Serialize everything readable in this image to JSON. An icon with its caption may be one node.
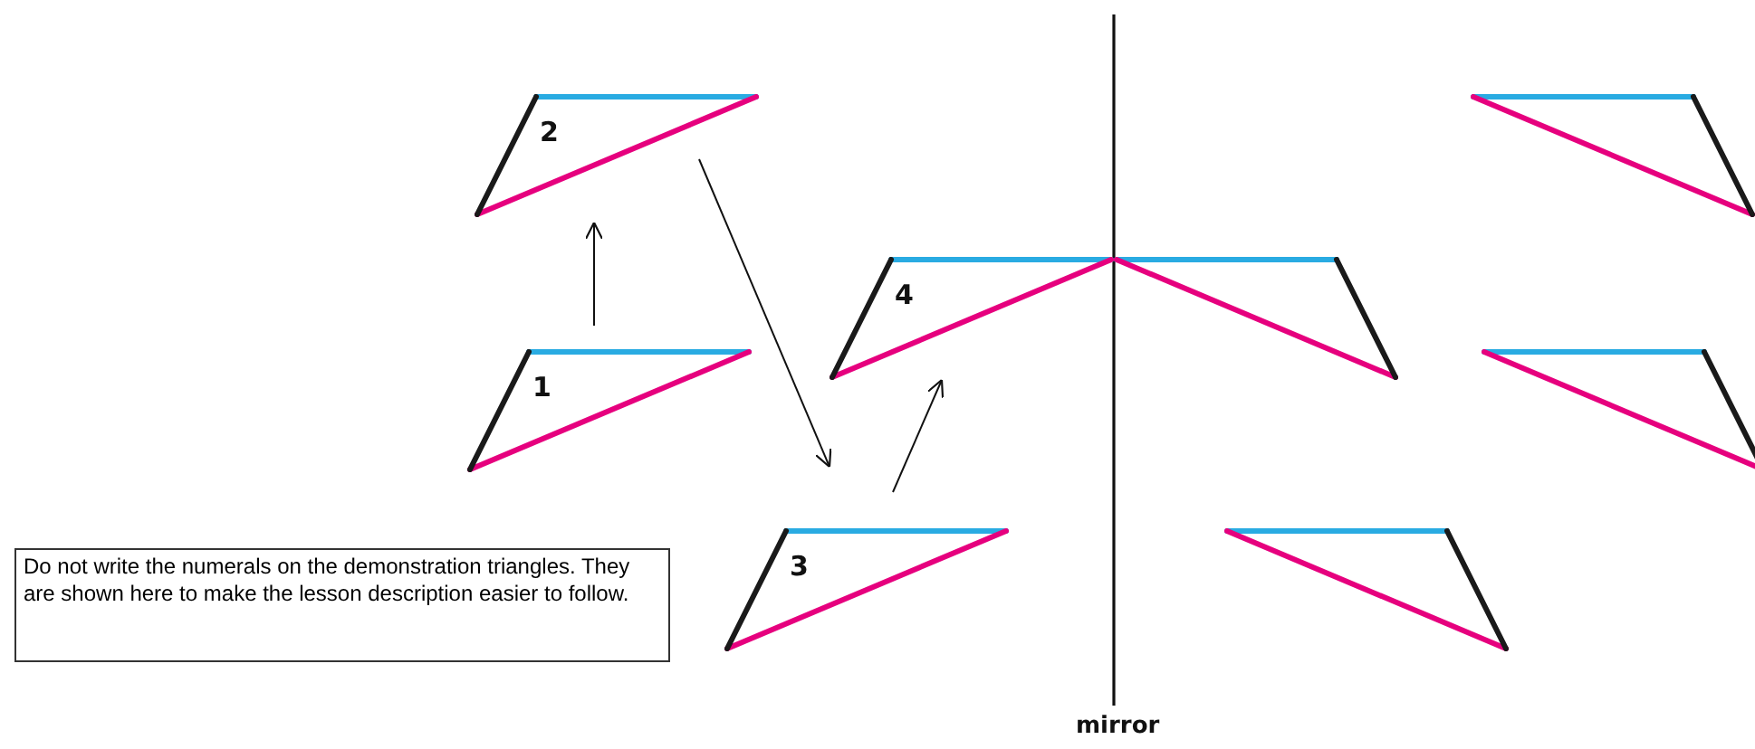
{
  "diagram": {
    "nodes": [
      {
        "text": [
          "2"
        ]
      },
      {
        "text": [
          "4"
        ]
      },
      {
        "text": [
          "1"
        ]
      },
      {
        "text": [
          "3"
        ]
      },
      {
        "text": [
          "Do not write the numerals on the demonstration triangles. They are shown here to make the lesson description easier to follow."
        ]
      },
      {
        "text": [],
        "shape": "triangle"
      },
      {
        "text": [],
        "shape": "triangle"
      },
      {
        "text": [],
        "shape": "triangle"
      },
      {
        "text": [],
        "shape": "triangle"
      }
    ],
    "edges": [
      {
        "from": 2,
        "to": 0,
        "arrow": "to"
      },
      {
        "from": 0,
        "to": 3,
        "arrow": "to"
      },
      {
        "from": 3,
        "to": 1,
        "arrow": "to"
      }
    ],
    "labels": [
      "mirror"
    ]
  }
}
